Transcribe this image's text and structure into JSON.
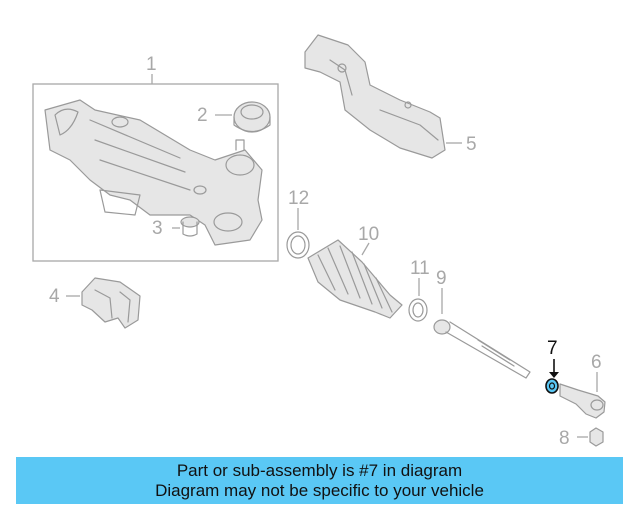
{
  "diagram": {
    "highlight_color": "#5ac8f5",
    "callouts": [
      "1",
      "2",
      "3",
      "4",
      "5",
      "6",
      "7",
      "8",
      "9",
      "10",
      "11",
      "12"
    ],
    "highlighted_part": "7"
  },
  "banner": {
    "line1": "Part or sub-assembly is #7 in diagram",
    "line2": "Diagram may not be specific to your vehicle",
    "background": "#5ac8f5"
  }
}
